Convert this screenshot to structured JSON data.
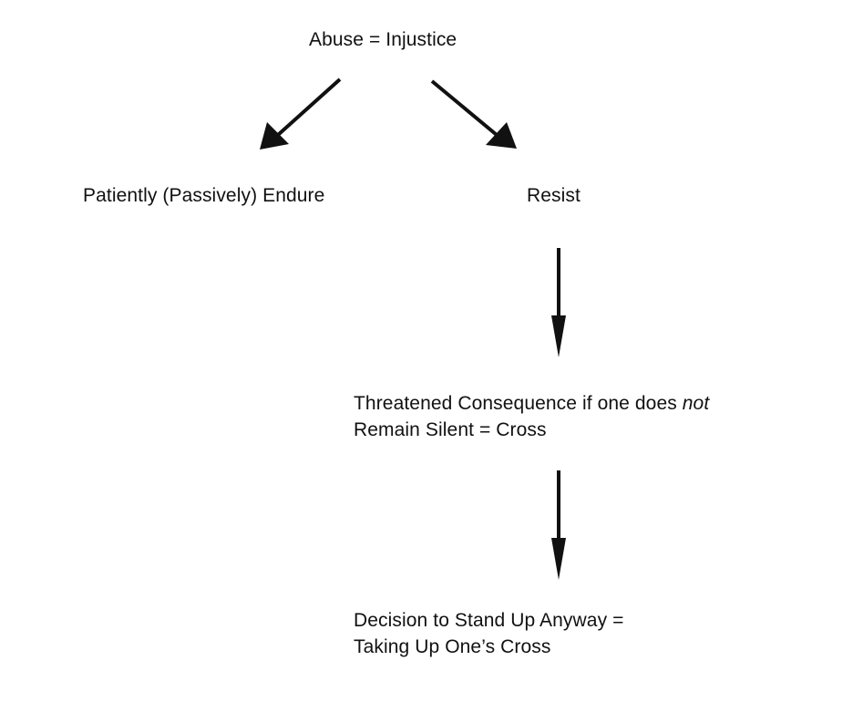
{
  "diagram": {
    "nodes": {
      "abuse": {
        "text": "Abuse = Injustice"
      },
      "endure": {
        "text": "Patiently (Passively) Endure"
      },
      "resist": {
        "text": "Resist"
      },
      "threat": {
        "line1_prefix": "Threatened Consequence if one does ",
        "line1_emphasis": "not",
        "line2": "Remain Silent = Cross"
      },
      "decision": {
        "line1": "Decision to Stand Up Anyway =",
        "line2": "Taking Up One’s Cross"
      }
    },
    "edges": [
      {
        "from": "abuse",
        "to": "endure"
      },
      {
        "from": "abuse",
        "to": "resist"
      },
      {
        "from": "resist",
        "to": "threat"
      },
      {
        "from": "threat",
        "to": "decision"
      }
    ],
    "colors": {
      "text": "#111111",
      "arrow": "#111111",
      "background": "#ffffff"
    }
  }
}
